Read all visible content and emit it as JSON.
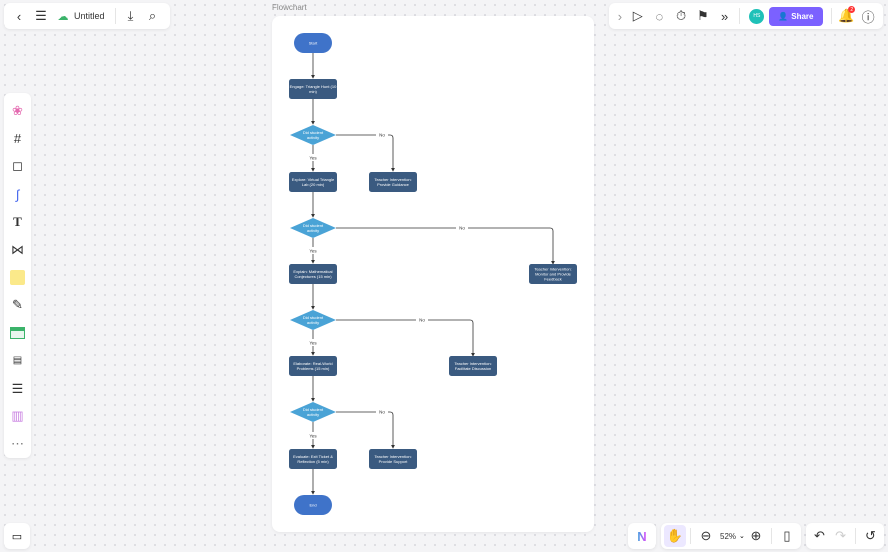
{
  "topbar": {
    "title": "Untitled",
    "share_label": "Share",
    "notification_count": "2",
    "avatar_text": "HS"
  },
  "canvas": {
    "frame_label": "Flowchart"
  },
  "zoom": {
    "level": "52%"
  },
  "colors": {
    "terminal": "#3f73c9",
    "process": "#3a5a80",
    "decision": "#4aa3d6",
    "share": "#7b61ff",
    "edge": "#333333"
  },
  "flowchart": {
    "nodes": {
      "start": {
        "lines": [
          "Start"
        ]
      },
      "engage": {
        "lines": [
          "Engage: Triangle Hunt (10",
          "min)"
        ]
      },
      "d1": {
        "lines": [
          "Did student",
          "activity"
        ]
      },
      "explore": {
        "lines": [
          "Explore: Virtual Triangle",
          "Lab (20 min)"
        ]
      },
      "t1": {
        "lines": [
          "Teacher Intervention:",
          "Provide Guidance"
        ]
      },
      "d2": {
        "lines": [
          "Did student",
          "activity"
        ]
      },
      "explain": {
        "lines": [
          "Explain: Mathematical",
          "Conjectures (15 min)"
        ]
      },
      "t2": {
        "lines": [
          "Teacher Intervention:",
          "Monitor and Provide",
          "Feedback"
        ]
      },
      "d3": {
        "lines": [
          "Did student",
          "activity"
        ]
      },
      "elaborate": {
        "lines": [
          "Elaborate: Real-World",
          "Problems (15 min)"
        ]
      },
      "t3": {
        "lines": [
          "Teacher Intervention:",
          "Facilitate Discussion"
        ]
      },
      "d4": {
        "lines": [
          "Did student",
          "activity"
        ]
      },
      "evaluate": {
        "lines": [
          "Evaluate: Exit Ticket &",
          "Reflection (5 min)"
        ]
      },
      "t4": {
        "lines": [
          "Teacher Intervention:",
          "Provide Support"
        ]
      },
      "end": {
        "lines": [
          "End"
        ]
      }
    },
    "yes_label": "Yes",
    "no_label": "No"
  }
}
